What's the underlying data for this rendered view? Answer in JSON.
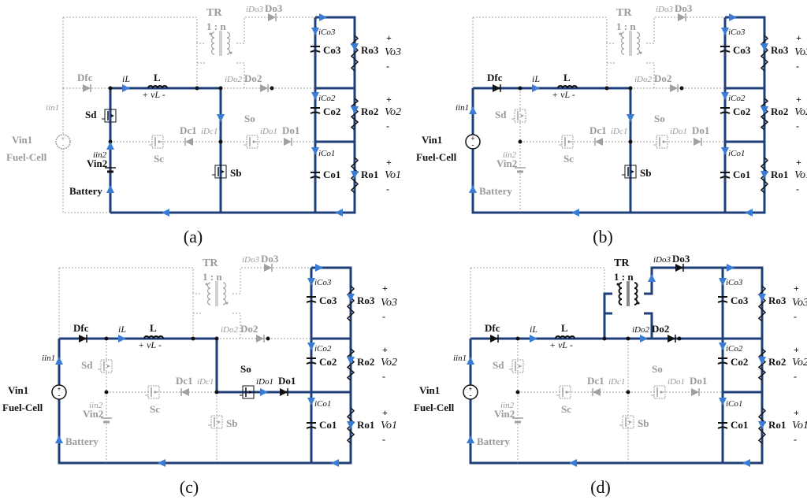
{
  "colors": {
    "active": "#1f3f7a",
    "arrow": "#3a7bd5",
    "inactive": "#a0a0a0",
    "text": "#111111"
  },
  "labels": {
    "tr": "TR",
    "ratio": "1 : n",
    "inductor": "L",
    "vl": "+ vL -",
    "il": "iL",
    "dfc": "Dfc",
    "iin1": "iin1",
    "iin2": "iin2",
    "vin1": "Vin1",
    "vin2": "Vin2",
    "fuelcell": "Fuel-Cell",
    "battery": "Battery",
    "sd": "Sd",
    "sc": "Sc",
    "sb": "Sb",
    "so": "So",
    "dc1": "Dc1",
    "idc1": "iDc1",
    "ido1": "iDo1",
    "do1": "Do1",
    "ido2": "iDo2",
    "do2": "Do2",
    "ido3": "iDo3",
    "do3": "Do3",
    "ico1": "iCo1",
    "ico2": "iCo2",
    "ico3": "iCo3",
    "co1": "Co1",
    "co2": "Co2",
    "co3": "Co3",
    "ro1": "Ro1",
    "ro2": "Ro2",
    "ro3": "Ro3",
    "vo1": "Vo1",
    "vo2": "Vo2",
    "vo3": "Vo3",
    "plus": "+",
    "minus": "-"
  },
  "panels": [
    {
      "caption": "(a)",
      "mode": "battery-charging"
    },
    {
      "caption": "(b)",
      "mode": "fuelcell-sb"
    },
    {
      "caption": "(c)",
      "mode": "fuelcell-so"
    },
    {
      "caption": "(d)",
      "mode": "fuelcell-tr"
    }
  ]
}
